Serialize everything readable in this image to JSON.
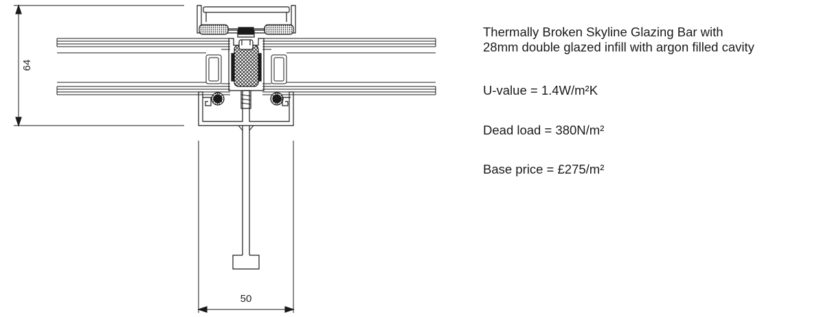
{
  "drawing": {
    "dimension_height": "64",
    "dimension_width": "50"
  },
  "description": {
    "title_line_1": "Thermally Broken Skyline Glazing Bar with",
    "title_line_2": "28mm double glazed infill with argon filled cavity",
    "u_value": "U-value = 1.4W/m²K",
    "dead_load": "Dead load = 380N/m²",
    "base_price": "Base price = £275/m²"
  },
  "colors": {
    "line": "#1a1a1a",
    "text": "#1a1a1a"
  }
}
